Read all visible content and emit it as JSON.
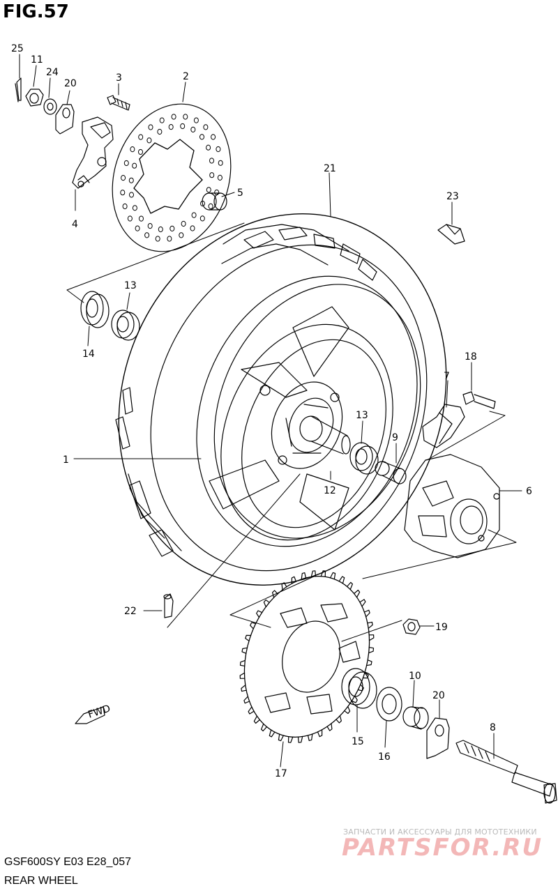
{
  "figure": {
    "title": "FIG.57"
  },
  "footer": {
    "code": "GSF600SY E03 E28_057",
    "caption": "REAR WHEEL"
  },
  "watermark": {
    "line1": "ЗАПЧАСТИ И АКСЕССУАРЫ ДЛЯ МОТОТЕХНИКИ",
    "line2": "PARTSFOR.RU",
    "color": "#f3b7b7"
  },
  "fwd_arrow": {
    "label": "FWD"
  },
  "callouts": {
    "c1": "1",
    "c2": "2",
    "c3": "3",
    "c4": "4",
    "c5": "5",
    "c6": "6",
    "c7": "7",
    "c8": "8",
    "c9": "9",
    "c10": "10",
    "c11": "11",
    "c12": "12",
    "c13a": "13",
    "c13b": "13",
    "c14": "14",
    "c15": "15",
    "c16": "16",
    "c17": "17",
    "c18": "18",
    "c19": "19",
    "c20a": "20",
    "c20b": "20",
    "c21": "21",
    "c22": "22",
    "c23": "23",
    "c24": "24",
    "c25": "25"
  }
}
